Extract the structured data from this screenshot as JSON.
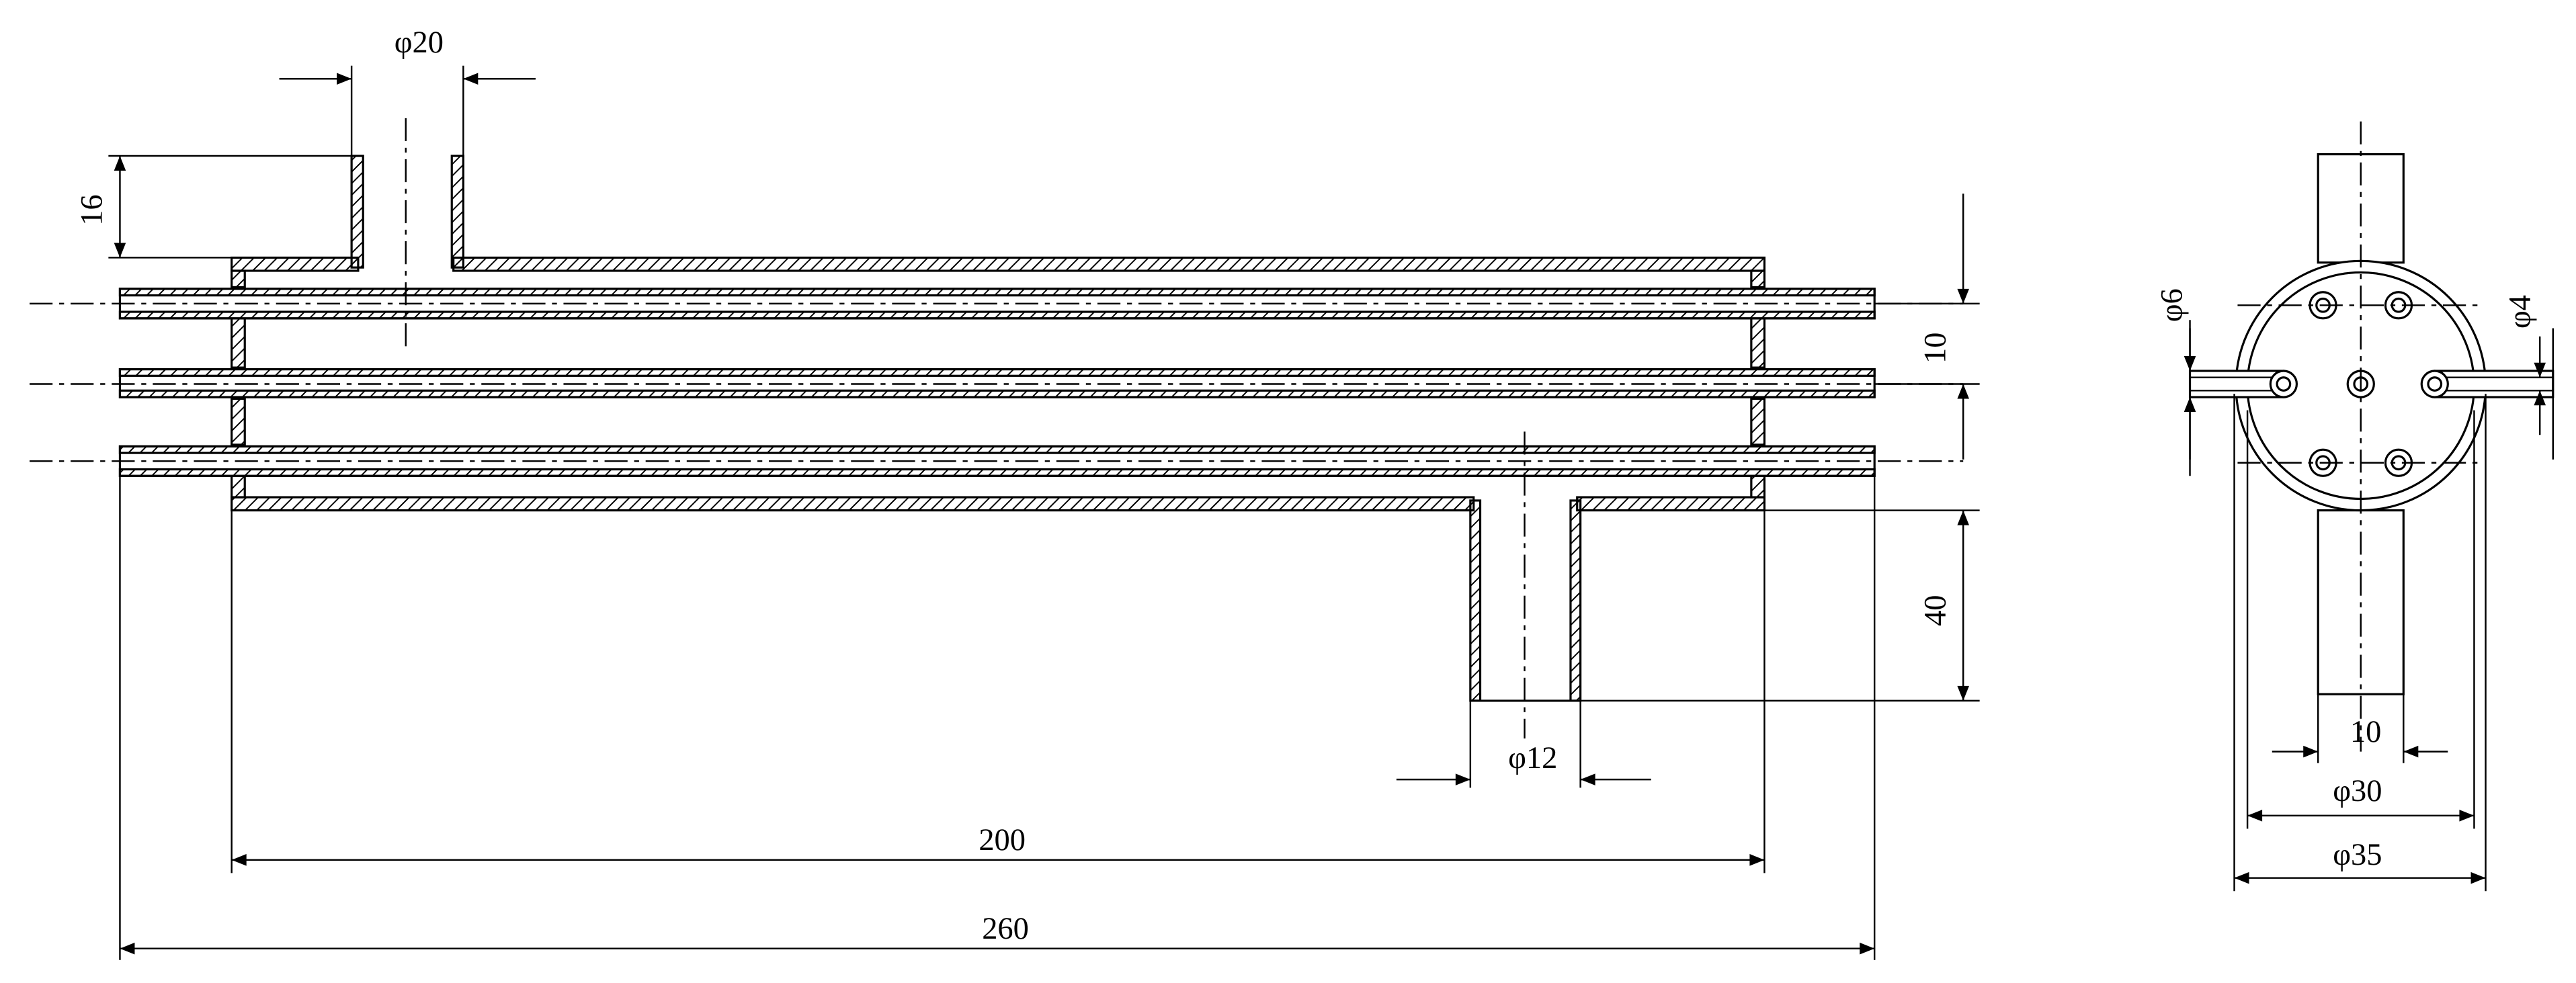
{
  "dimensions": {
    "phi20": "φ20",
    "d16": "16",
    "d10_side": "10",
    "d40": "40",
    "phi12": "φ12",
    "d200": "200",
    "d260": "260",
    "phi6": "φ6",
    "phi4": "φ4",
    "d10_end": "10",
    "phi30": "φ30",
    "phi35": "φ35"
  },
  "colors": {
    "line": "#000000",
    "background": "#ffffff"
  }
}
